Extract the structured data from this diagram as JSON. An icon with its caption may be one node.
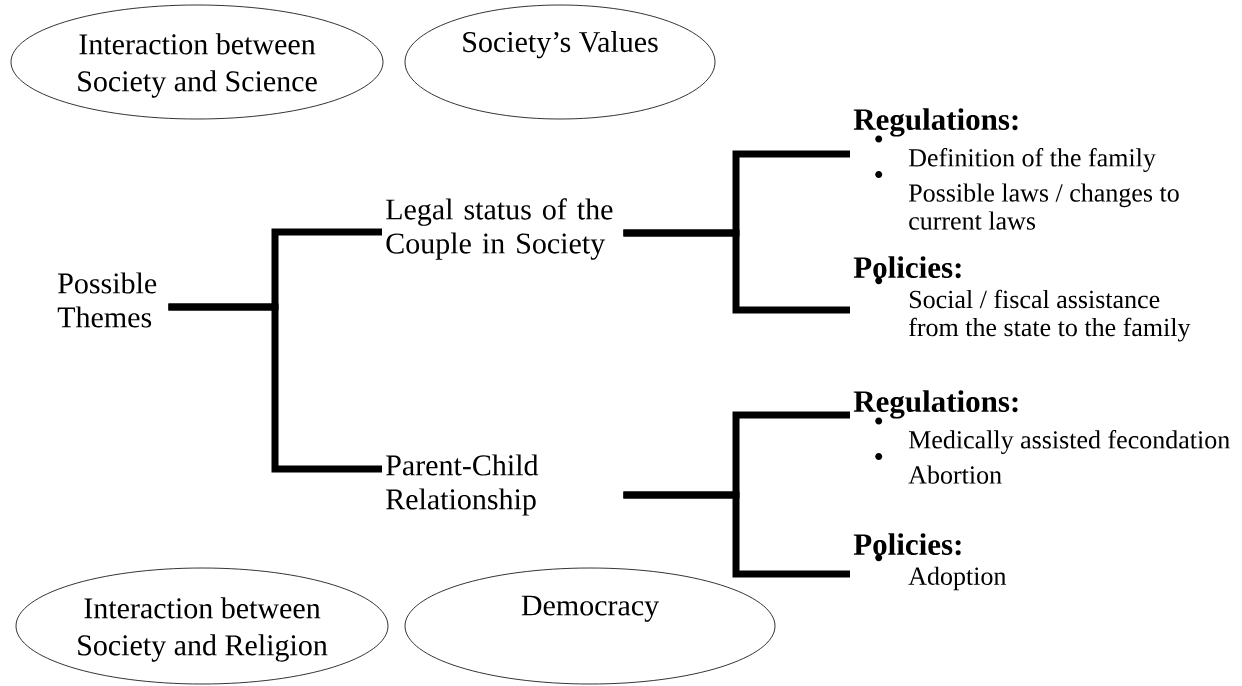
{
  "diagram": {
    "nodes": [
      {
        "text": [
          "Interaction between Society and Science"
        ]
      },
      {
        "text": [
          "Society’s Values"
        ]
      },
      {
        "text": [
          "Possible Themes"
        ]
      },
      {
        "text": [
          "Legal status of the Couple in Society"
        ]
      },
      {
        "text": [
          "Regulations:",
          "Definition of the family",
          "Possible laws / changes to current laws"
        ]
      },
      {
        "text": [
          "Policies:",
          "Social / fiscal assistance from the state to the family"
        ]
      },
      {
        "text": [
          "Parent-Child Relationship"
        ]
      },
      {
        "text": [
          "Regulations:",
          "Medically assisted fecondation",
          "Abortion"
        ]
      },
      {
        "text": [
          "Policies:",
          "Adoption"
        ]
      },
      {
        "text": [
          "Interaction between Society and Religion"
        ]
      },
      {
        "text": [
          "Democracy"
        ]
      }
    ],
    "edges": [
      {
        "from": 2,
        "to": 3,
        "arrow": "none"
      },
      {
        "from": 2,
        "to": 6,
        "arrow": "none"
      },
      {
        "from": 3,
        "to": 4,
        "arrow": "none"
      },
      {
        "from": 3,
        "to": 5,
        "arrow": "none"
      },
      {
        "from": 6,
        "to": 7,
        "arrow": "none"
      },
      {
        "from": 6,
        "to": 8,
        "arrow": "none"
      }
    ]
  }
}
